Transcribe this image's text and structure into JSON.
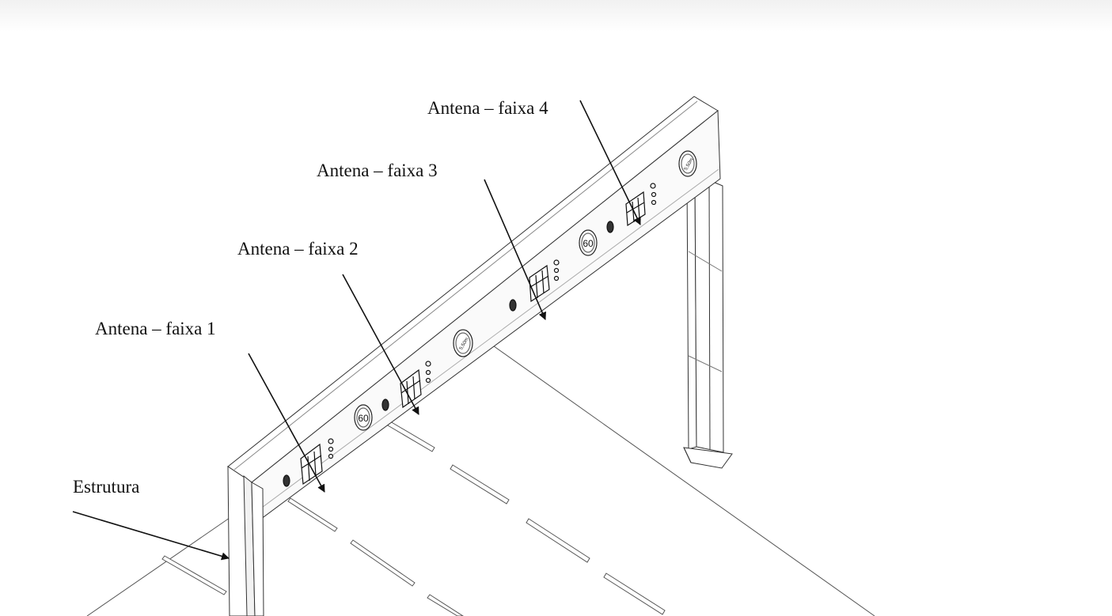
{
  "labels": {
    "antenna_lane_4": "Antena – faixa 4",
    "antenna_lane_3": "Antena – faixa 3",
    "antenna_lane_2": "Antena – faixa 2",
    "antenna_lane_1": "Antena – faixa 1",
    "structure": "Estrutura"
  },
  "speed_sign_text": "60",
  "height_sign_text": "5,50m",
  "colors": {
    "ink": "#111111",
    "line": "#444444",
    "background": "#ffffff"
  }
}
